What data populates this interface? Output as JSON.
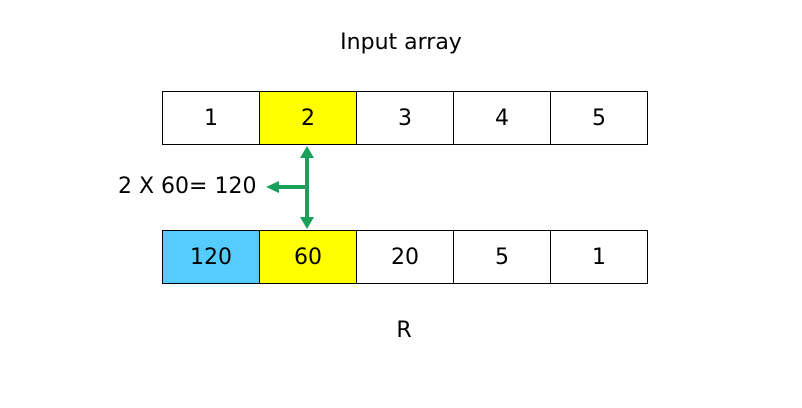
{
  "title": "Input array",
  "input_array": {
    "cells": [
      "1",
      "2",
      "3",
      "4",
      "5"
    ],
    "highlight_index": 1
  },
  "result_array": {
    "label": "R",
    "cells": [
      "120",
      "60",
      "20",
      "5",
      "1"
    ],
    "highlight_index": 1,
    "computed_index": 0
  },
  "annotation": {
    "formula": "2 X 60= 120"
  },
  "colors": {
    "highlight": "#ffff00",
    "computed": "#55ccff",
    "arrow": "#1aa05a",
    "border": "#000000"
  }
}
